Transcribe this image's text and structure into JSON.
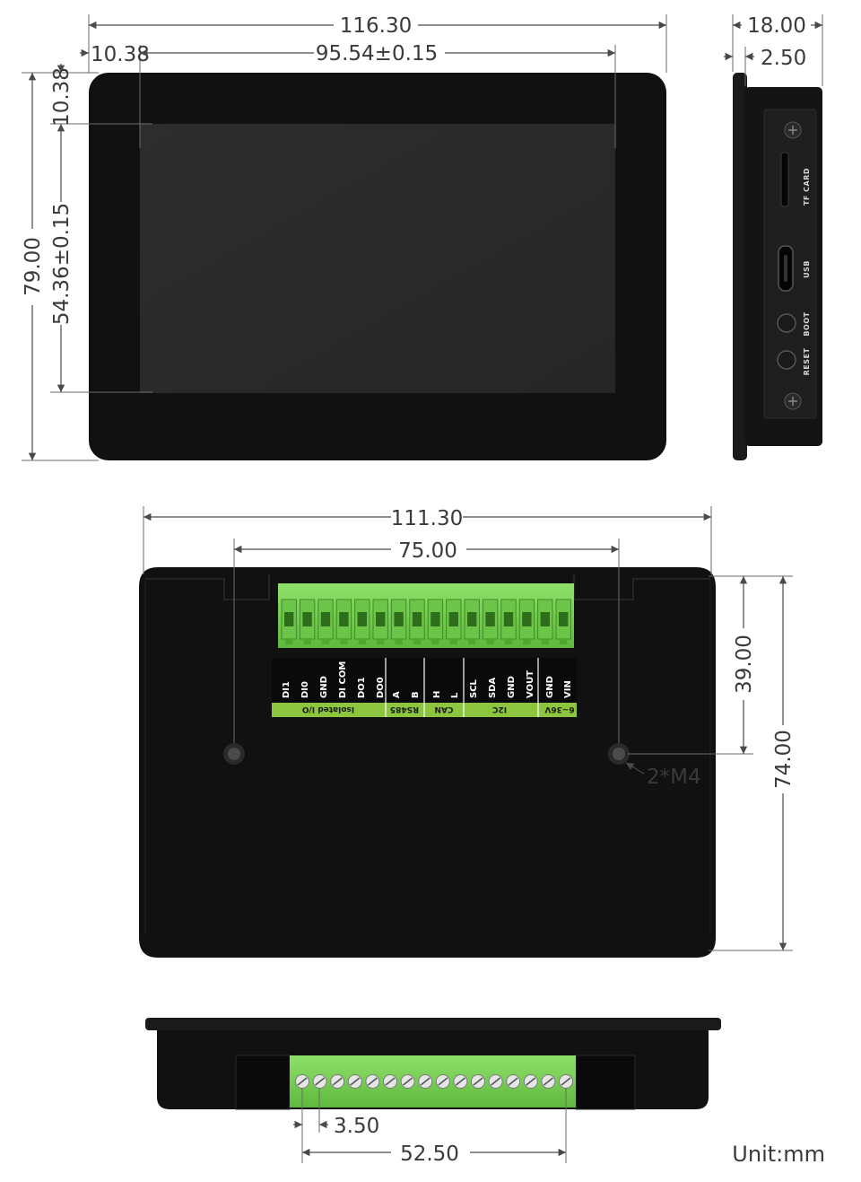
{
  "front_view": {
    "overall_width": "116.30",
    "bezel_left": "10.38",
    "screen_width": "95.54±0.15",
    "overall_height": "79.00",
    "bezel_top": "10.38",
    "screen_height": "54.36±0.15"
  },
  "side_view": {
    "depth": "18.00",
    "bezel_depth": "2.50",
    "labels": [
      "TF CARD",
      "USB",
      "BOOT",
      "RESET"
    ]
  },
  "back_view": {
    "overall_width": "111.30",
    "hole_spacing": "75.00",
    "hole_offset": "39.00",
    "overall_height": "74.00",
    "hole_label": "2*M4",
    "pins": [
      "DI1",
      "DI0",
      "GND",
      "DI COM",
      "DO1",
      "DO0",
      "A",
      "B",
      "H",
      "L",
      "SCL",
      "SDA",
      "GND",
      "VOUT",
      "GND",
      "VIN"
    ],
    "groups": [
      "Isolated I/O",
      "RS485",
      "CAN",
      "I2C",
      "6~36V"
    ]
  },
  "bottom_view": {
    "pin_pitch": "3.50",
    "terminal_span": "52.50"
  },
  "unit": "Unit:mm",
  "colors": {
    "housing": "#111111",
    "screen": "#2a2a2a",
    "terminal": "#7fd35b",
    "label_strip": "#8cc63f"
  }
}
